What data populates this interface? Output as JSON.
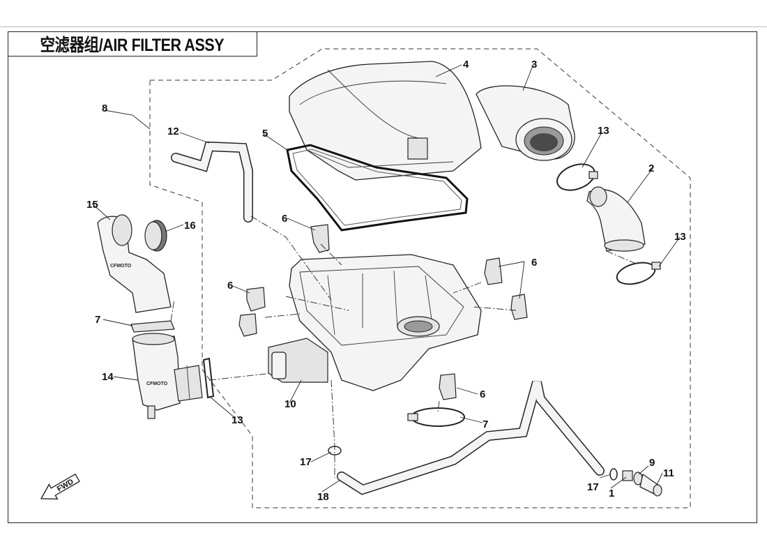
{
  "title": "空滤器组/AIR FILTER ASSY",
  "fwd_label": "FWD",
  "callouts": [
    {
      "id": "c1",
      "text": "1"
    },
    {
      "id": "c2",
      "text": "2"
    },
    {
      "id": "c3",
      "text": "3"
    },
    {
      "id": "c4",
      "text": "4"
    },
    {
      "id": "c5",
      "text": "5"
    },
    {
      "id": "c6a",
      "text": "6"
    },
    {
      "id": "c6b",
      "text": "6"
    },
    {
      "id": "c6c",
      "text": "6"
    },
    {
      "id": "c6d",
      "text": "6"
    },
    {
      "id": "c7a",
      "text": "7"
    },
    {
      "id": "c7b",
      "text": "7"
    },
    {
      "id": "c8",
      "text": "8"
    },
    {
      "id": "c9",
      "text": "9"
    },
    {
      "id": "c10",
      "text": "10"
    },
    {
      "id": "c11",
      "text": "11"
    },
    {
      "id": "c12",
      "text": "12"
    },
    {
      "id": "c13a",
      "text": "13"
    },
    {
      "id": "c13b",
      "text": "13"
    },
    {
      "id": "c13c",
      "text": "13"
    },
    {
      "id": "c14",
      "text": "14"
    },
    {
      "id": "c15",
      "text": "15"
    },
    {
      "id": "c16",
      "text": "16"
    },
    {
      "id": "c17a",
      "text": "17"
    },
    {
      "id": "c17b",
      "text": "17"
    },
    {
      "id": "c18",
      "text": "18"
    }
  ],
  "part_markings": {
    "duct_brand": "CFMOTO",
    "inlet_brand": "CFMOTO"
  }
}
